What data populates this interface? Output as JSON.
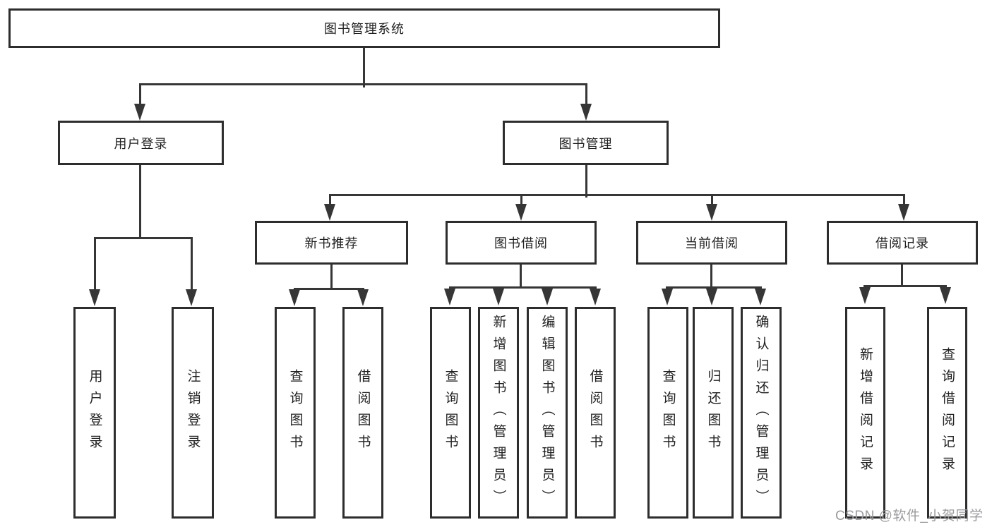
{
  "tree": {
    "label": "图书管理系统",
    "children": [
      {
        "label": "用户登录",
        "children": [
          {
            "label": "用户登录"
          },
          {
            "label": "注销登录"
          }
        ]
      },
      {
        "label": "图书管理",
        "children": [
          {
            "label": "新书推荐",
            "children": [
              {
                "label": "查询图书"
              },
              {
                "label": "借阅图书"
              }
            ]
          },
          {
            "label": "图书借阅",
            "children": [
              {
                "label": "查询图书"
              },
              {
                "label": "新增图书（管理员）"
              },
              {
                "label": "编辑图书（管理员）"
              },
              {
                "label": "借阅图书"
              }
            ]
          },
          {
            "label": "当前借阅",
            "children": [
              {
                "label": "查询图书"
              },
              {
                "label": "归还图书"
              },
              {
                "label": "确认归还（管理员）"
              }
            ]
          },
          {
            "label": "借阅记录",
            "children": [
              {
                "label": "新增借阅记录"
              },
              {
                "label": "查询借阅记录"
              }
            ]
          }
        ]
      }
    ]
  },
  "watermark": "CSDN @软件_小贺同学",
  "colors": {
    "line": "#363636",
    "border": "#2d2d2d",
    "text": "#1f1f1f",
    "watermark": "#9b9b9e",
    "background": "#ffffff"
  }
}
